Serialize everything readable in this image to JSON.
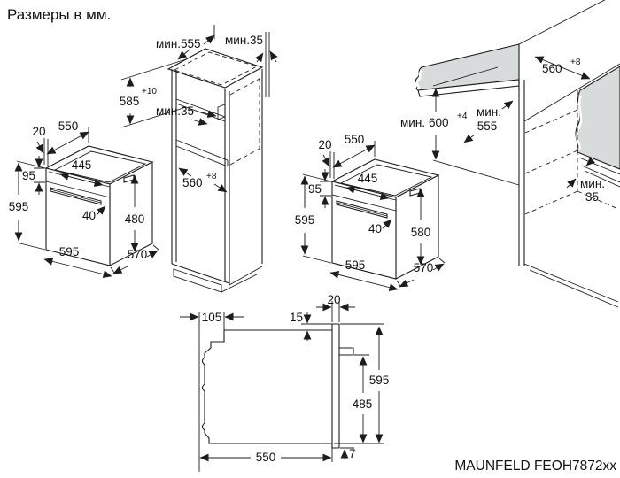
{
  "title": "Размеры в мм.",
  "model": "MAUNFELD FEOH7872xx",
  "colors": {
    "line": "#1c1c1c",
    "worktop": "#d8dbdb",
    "background": "#ffffff"
  },
  "tall_cabinet": {
    "depth_min": "мин.555",
    "wall_gap_min": "мин.35",
    "vent_gap_min": "мин.35",
    "niche_height": "585",
    "niche_height_tol": "+10",
    "niche_width": "560",
    "niche_width_tol": "+8"
  },
  "oven_left": {
    "frame": "20",
    "top_depth": "550",
    "panel_height": "95",
    "height": "595",
    "top_inner_width": "445",
    "handle_offset": "40",
    "body_height": "480",
    "width": "595",
    "depth": "570"
  },
  "oven_right": {
    "frame": "20",
    "top_depth": "550",
    "panel_height": "95",
    "height": "595",
    "top_inner_width": "445",
    "handle_offset": "40",
    "body_height": "580",
    "width": "595",
    "depth": "570"
  },
  "under_counter": {
    "niche_width": "560",
    "niche_width_tol": "+8",
    "height_prefix": "мин.",
    "niche_height": "600",
    "niche_height_tol": "+4",
    "depth_prefix": "мин.",
    "depth_min": "555",
    "back_gap_prefix": "мин.",
    "back_gap": "35"
  },
  "side_view": {
    "top_recess": "105",
    "front_gap": "15",
    "door_thickness": "20",
    "height": "595",
    "lower_height": "485",
    "bottom_lip": "7",
    "depth": "550"
  }
}
